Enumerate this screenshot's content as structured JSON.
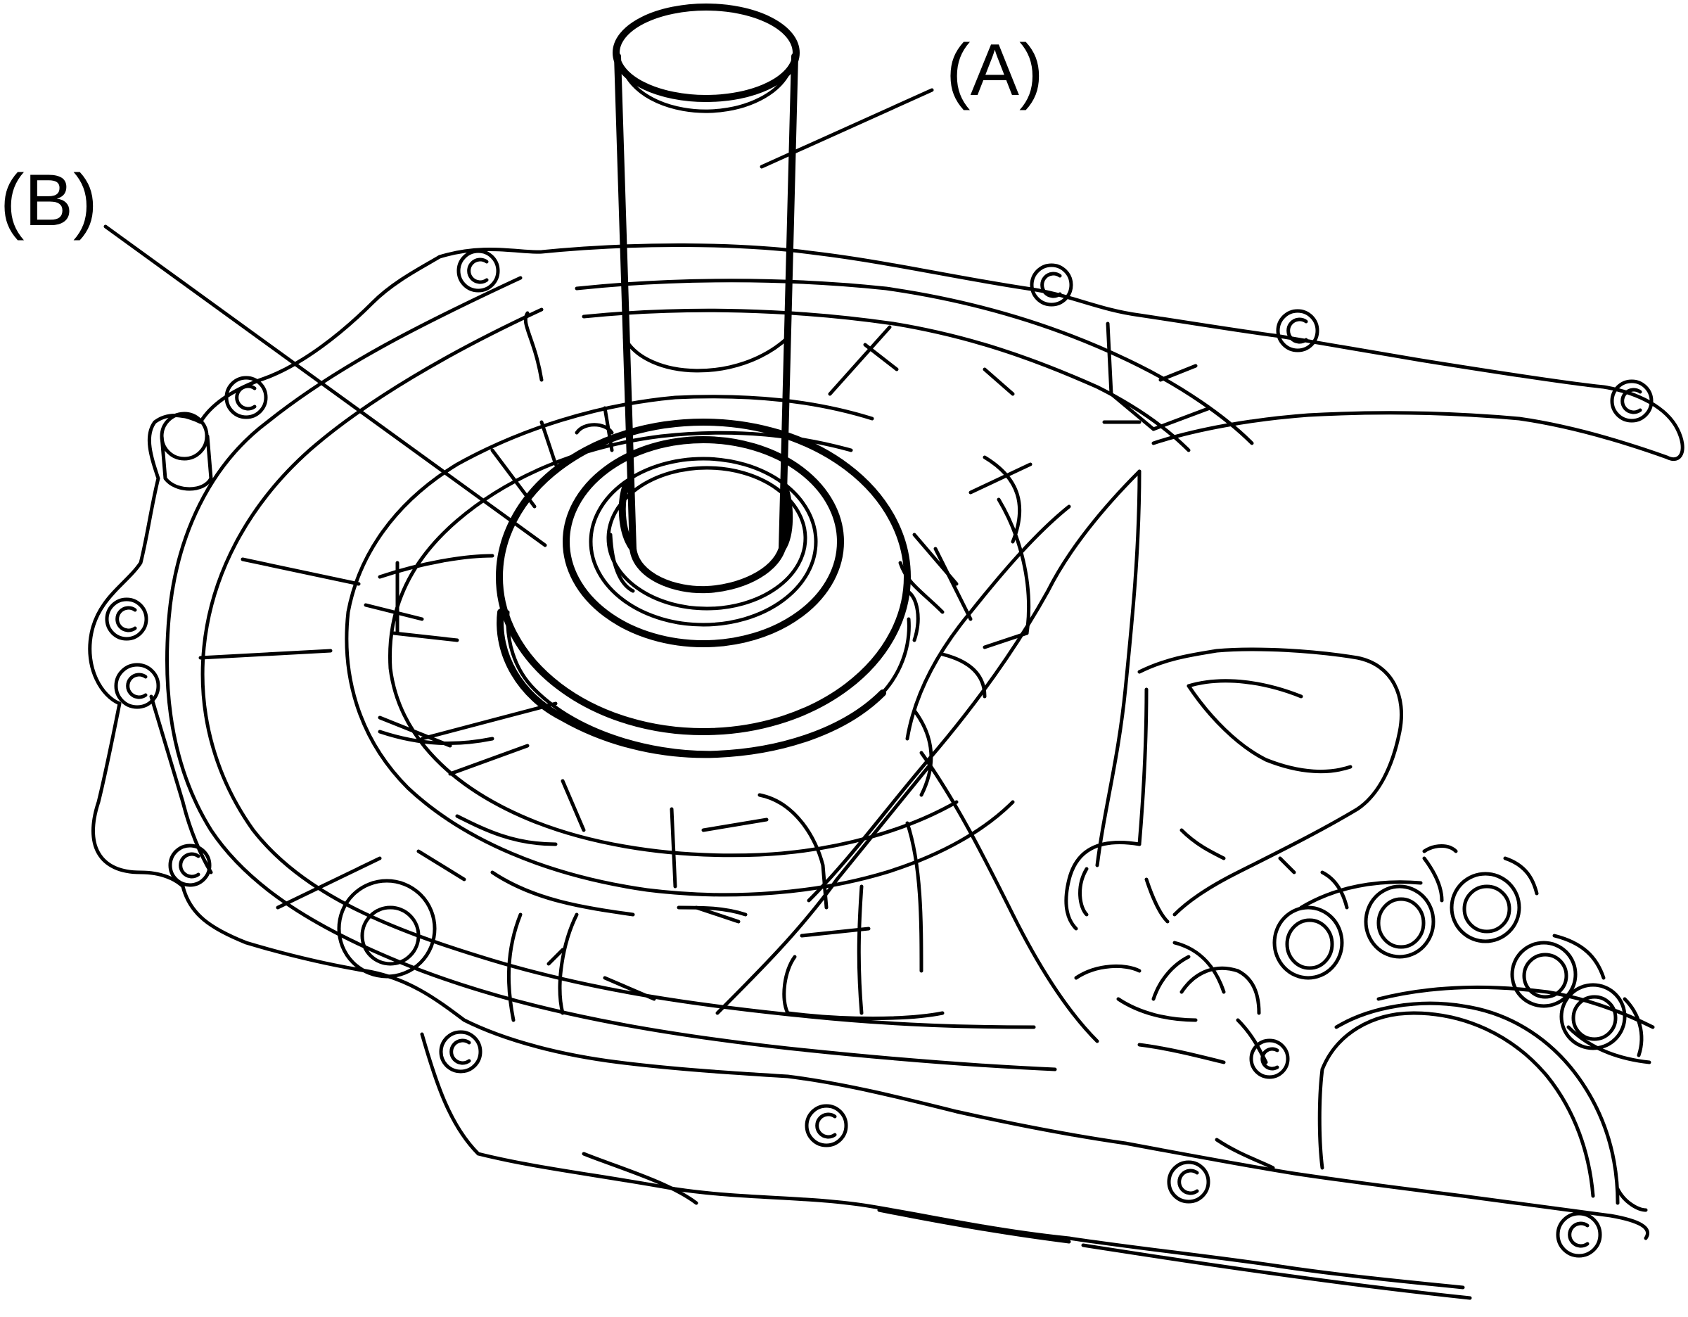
{
  "callouts": [
    {
      "id": "A",
      "label": "(A)"
    },
    {
      "id": "B",
      "label": "(B)"
    }
  ],
  "parts": {
    "tool": "installer-shaft",
    "component": "bearing-race",
    "housing": "transmission-case"
  }
}
